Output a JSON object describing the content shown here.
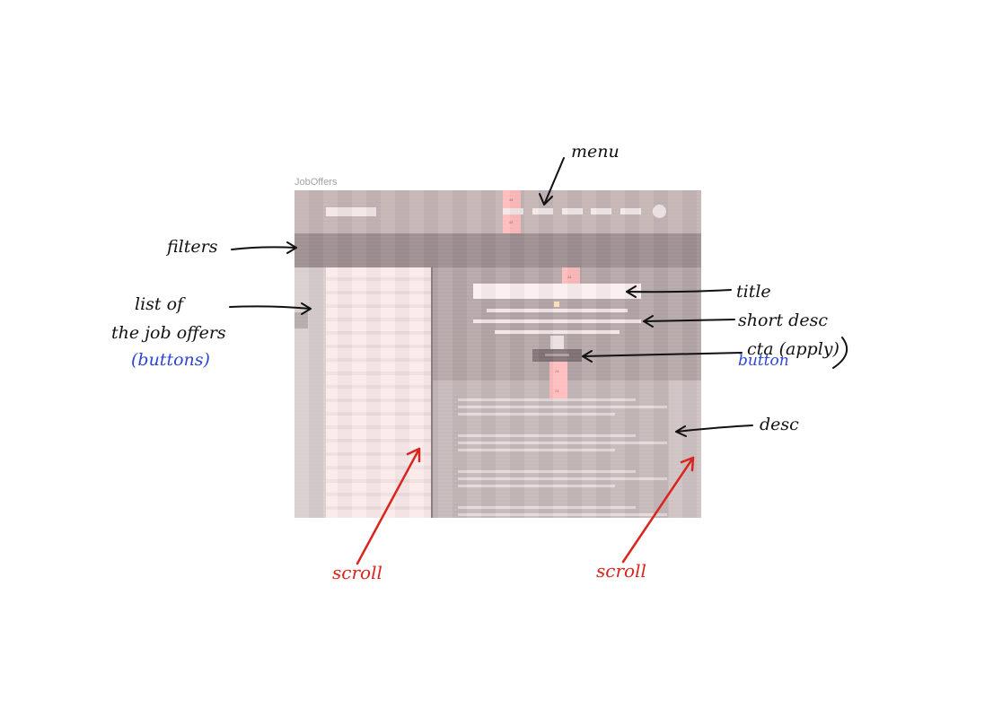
{
  "frame": {
    "title": "JobOffers"
  },
  "annotations": {
    "menu": "menu",
    "filters": "filters",
    "list_line1": "list of",
    "list_line2": "the job offers",
    "list_buttons": "(buttons)",
    "title": "title",
    "short_desc": "short desc",
    "cta": "cta (apply)",
    "cta_button": "button",
    "desc": "desc",
    "scroll_left": "scroll",
    "scroll_right": "scroll"
  },
  "colors": {
    "ink_black": "#111111",
    "ink_blue": "#2b45d6",
    "ink_red": "#d8261e"
  }
}
